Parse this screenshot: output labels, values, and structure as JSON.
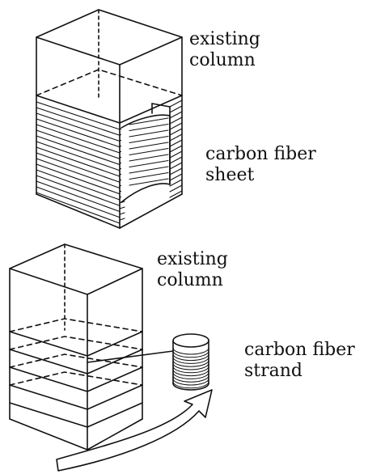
{
  "figure_top": {
    "column_label_line1": "existing",
    "column_label_line2": "column",
    "material_label_line1": "carbon fiber",
    "material_label_line2": "sheet"
  },
  "figure_bottom": {
    "column_label_line1": "existing",
    "column_label_line2": "column",
    "material_label_line1": "carbon fiber",
    "material_label_line2": "strand"
  },
  "colors": {
    "ink": "#111111",
    "background": "#ffffff"
  }
}
